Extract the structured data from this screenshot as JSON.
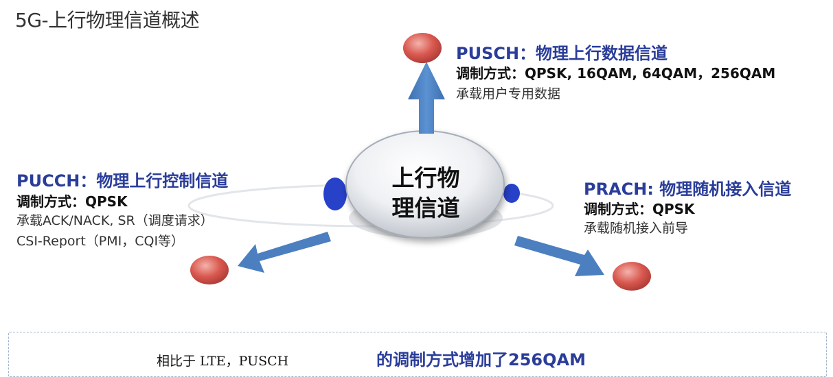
{
  "page_title": "5G-上行物理信道概述",
  "center": {
    "line1": "上行物",
    "line2": "理信道"
  },
  "channels": {
    "pusch": {
      "title": "PUSCH：物理上行数据信道",
      "modulation": "调制方式：QPSK, 16QAM, 64QAM，256QAM",
      "description": "承载用户专用数据"
    },
    "pucch": {
      "title": "PUCCH：物理上行控制信道",
      "modulation": "调制方式：QPSK",
      "description_line1": "承载ACK/NACK, SR（调度请求）",
      "description_line2": "CSI-Report（PMI，CQI等）"
    },
    "prach": {
      "title": "PRACH: 物理随机接入信道",
      "modulation": "调制方式：QPSK",
      "description": "承载随机接入前导"
    }
  },
  "note": {
    "prefix": "相比于 LTE，PUSCH",
    "highlight": "的调制方式增加了256QAM"
  },
  "colors": {
    "title_blue": "#2a3d9a",
    "arrow_blue": "#4f86c6",
    "node_red": "#d5554f",
    "hub_grey": "#e4e6ea"
  }
}
